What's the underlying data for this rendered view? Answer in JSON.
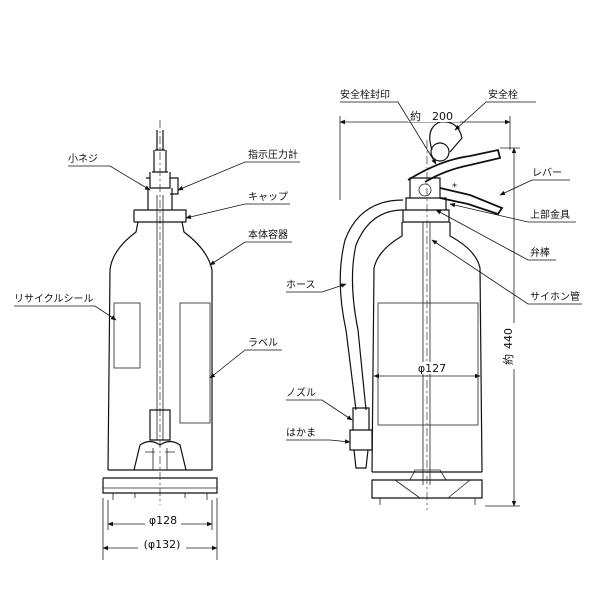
{
  "labels": {
    "small_screw": "小ネジ",
    "pressure_gauge": "指示圧力計",
    "cap": "キャップ",
    "main_container": "本体容器",
    "recycle_seal": "リサイクルシール",
    "label": "ラベル",
    "safety_pin_seal": "安全栓封印",
    "safety_pin": "安全栓",
    "lever": "レバー",
    "upper_fitting": "上部金具",
    "valve_rod": "弁棒",
    "hose": "ホース",
    "siphon_tube": "サイホン管",
    "nozzle": "ノズル",
    "hakama": "はかま"
  },
  "dimensions": {
    "width_top_prefix": "約",
    "width_top_value": "200",
    "height_prefix": "約",
    "height_value": "440",
    "body_diameter_right": "φ127",
    "base_diameter": "φ128",
    "base_diameter_outer": "(φ132)"
  }
}
